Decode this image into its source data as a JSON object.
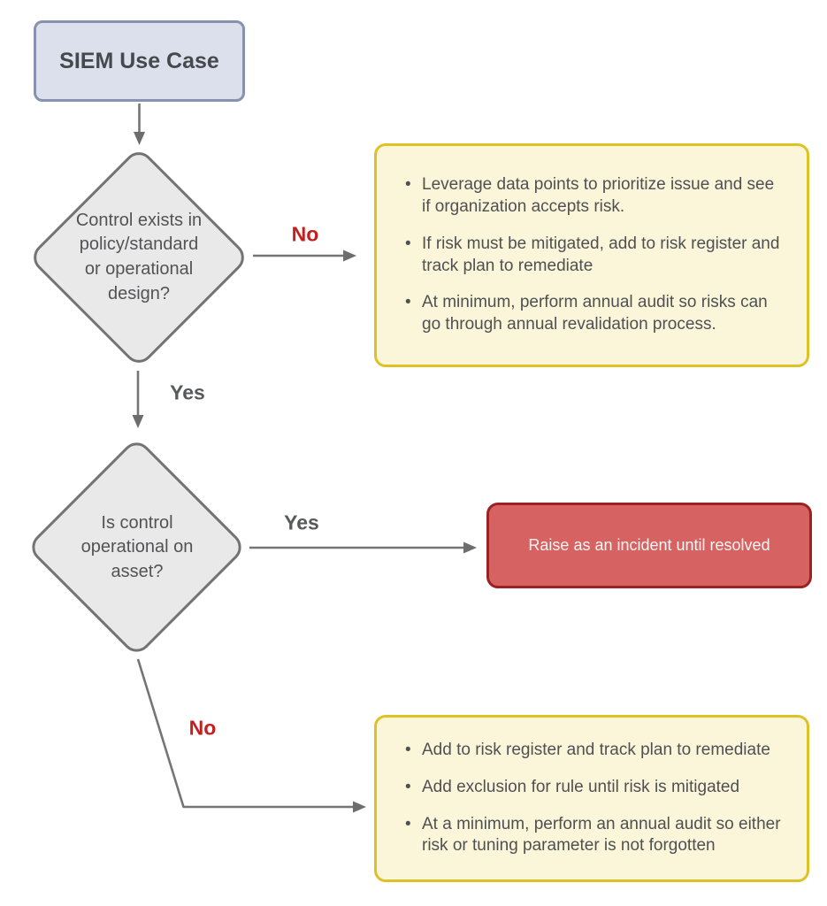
{
  "diagram": {
    "start": {
      "label": "SIEM Use Case"
    },
    "decisions": {
      "control_exists": {
        "label": "Control exists in\npolicy/standard\nor operational\ndesign?"
      },
      "control_operational": {
        "label": "Is control\noperational on\nasset?"
      }
    },
    "edges": {
      "control_exists_no": {
        "label": "No"
      },
      "control_exists_yes": {
        "label": "Yes"
      },
      "operational_yes": {
        "label": "Yes"
      },
      "operational_no": {
        "label": "No"
      }
    },
    "accept_risk_box": {
      "bullets": {
        "b1": "Leverage data points to prioritize issue and see if organization accepts risk.",
        "b2": "If risk must be mitigated, add to risk register and track plan to remediate",
        "b3": "At minimum, perform annual audit so risks can go through annual revalidation process."
      }
    },
    "incident_box": {
      "label": "Raise as an incident until resolved"
    },
    "risk_register_box": {
      "bullets": {
        "b1": "Add to risk register and track plan to remediate",
        "b2": "Add exclusion for rule until risk is mitigated",
        "b3": "At a minimum, perform an annual audit so either risk or tuning parameter is not forgotten"
      }
    },
    "colors": {
      "start_fill": "#dbe0ec",
      "start_border": "#8792ae",
      "decision_fill": "#e9e9e9",
      "decision_border": "#737373",
      "outcome_fill": "#fbf6da",
      "outcome_border": "#ddc125",
      "incident_fill": "#d66262",
      "incident_border": "#9b2222",
      "incident_text": "#fbf4f4",
      "arrow": "#757575",
      "edge_no_label": "#c41e1e",
      "edge_yes_label": "#58595b",
      "body_text": "#4f5052"
    }
  }
}
